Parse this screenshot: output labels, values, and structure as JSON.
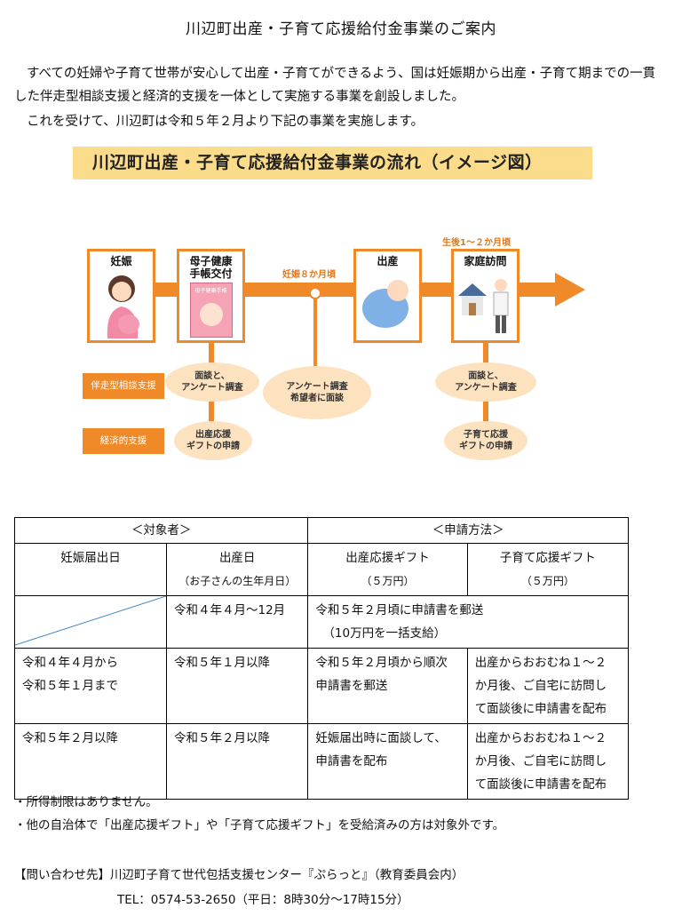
{
  "document": {
    "title": "川辺町出産・子育て応援給付金事業のご案内",
    "intro_line1": "すべての妊婦や子育て世帯が安心して出産・子育てができるよう、国は妊娠期から出産・子育て期までの一貫",
    "intro_line2": "した伴走型相談支援と経済的支援を一体として実施する事業を創設しました。",
    "intro_line3": "これを受けて、川辺町は令和５年２月より下記の事業を実施します。"
  },
  "diagram": {
    "banner": "川辺町出産・子育て応援給付金事業の流れ（イメージ図）",
    "stages": [
      {
        "label": "妊娠"
      },
      {
        "label": "母子健康\n手帳交付",
        "book_label": "母子健康手帳"
      },
      {
        "label": "出産"
      },
      {
        "label": "家庭訪問"
      }
    ],
    "note_8months": "妊娠８か月頃",
    "note_postbirth": "生後1～２か月頃",
    "rows": [
      {
        "label": "伴走型相談支援"
      },
      {
        "label": "経済的支援"
      }
    ],
    "ovals": {
      "consult_1": "面談と、\nアンケート調査",
      "consult_2": "アンケート調査\n希望者に面談",
      "consult_3": "面談と、\nアンケート調査",
      "econ_1": "出産応援\nギフトの申請",
      "econ_2": "子育て応援\nギフトの申請"
    }
  },
  "table": {
    "header_target": "＜対象者＞",
    "header_method": "＜申請方法＞",
    "col_pregnancy": "妊娠届出日",
    "col_birth": "出産日",
    "col_birth_sub": "（お子さんの生年月日）",
    "col_gift1": "出産応援ギフト",
    "col_gift1_sub": "（５万円）",
    "col_gift2": "子育て応援ギフト",
    "col_gift2_sub": "（５万円）",
    "rows": [
      {
        "pregnancy": "",
        "birth": "令和４年４月～12月",
        "method_line1": "令和５年２月頃に申請書を郵送",
        "method_line2": "（10万円を一括支給）"
      },
      {
        "pregnancy_line1": "令和４年４月から",
        "pregnancy_line2": "令和５年１月まで",
        "birth": "令和５年１月以降",
        "gift1_line1": "令和５年２月頃から順次",
        "gift1_line2": "申請書を郵送",
        "gift2_line1": "出産からおおむね１～２",
        "gift2_line2": "か月後、ご自宅に訪問し",
        "gift2_line3": "て面談後に申請書を配布"
      },
      {
        "pregnancy_line1": "令和５年２月以降",
        "birth": "令和５年２月以降",
        "gift1_line1": "妊娠届出時に面談して、",
        "gift1_line2": "申請書を配布",
        "gift2_line1": "出産からおおむね１～２",
        "gift2_line2": "か月後、ご自宅に訪問し",
        "gift2_line3": "て面談後に申請書を配布"
      }
    ]
  },
  "notes": {
    "note1": "・所得制限はありません。",
    "note2": "・他の自治体で「出産応援ギフト」や「子育て応援ギフト」を受給済みの方は対象外です。"
  },
  "contact": {
    "label": "【問い合わせ先】",
    "org": "川辺町子育て世代包括支援センター『ぷらっと』（教育委員会内）",
    "tel": "TEL：0574-53-2650（平日：8時30分～17時15分）"
  },
  "colors": {
    "accent": "#f08a28",
    "banner": "#fbdc8a",
    "oval": "#fde2bf"
  }
}
